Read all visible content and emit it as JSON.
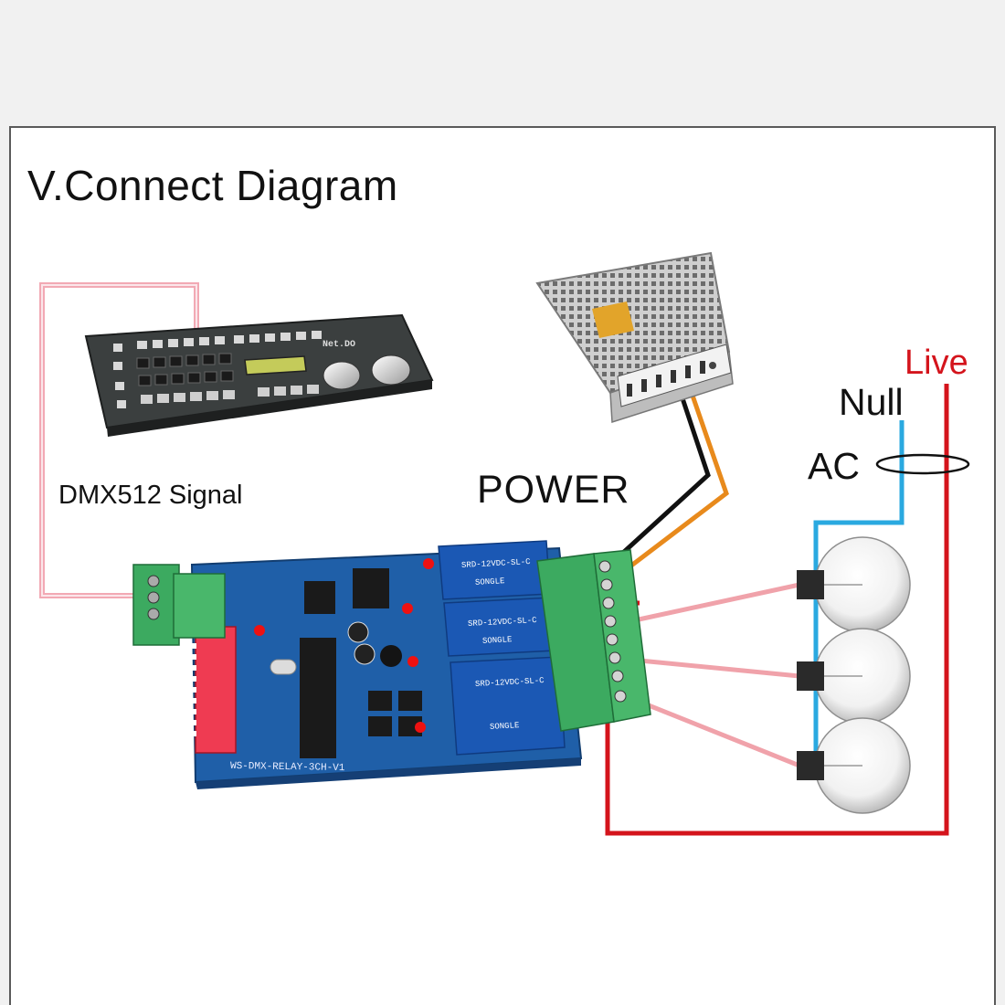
{
  "diagram": {
    "title": "V.Connect Diagram",
    "labels": {
      "dmx_signal": "DMX512 Signal",
      "power": "POWER",
      "null": "Null",
      "live": "Live",
      "ac": "AC"
    },
    "controller_brand": "Net.DO",
    "board_name": "WS-DMX-RELAY-3CH-V1",
    "relay_model": "SRD-12VDC-SL-C",
    "relay_brand": "SONGLE"
  },
  "colors": {
    "dmx_wire": "#f2a9b4",
    "live_wire": "#d4141c",
    "null_wire": "#2aa9e0",
    "load_wire": "#f0a2aa",
    "power_positive": "#e88a1c",
    "power_negative": "#111111",
    "board": "#1f5fa8",
    "relay": "#1b58b4",
    "terminal": "#3caa60"
  }
}
